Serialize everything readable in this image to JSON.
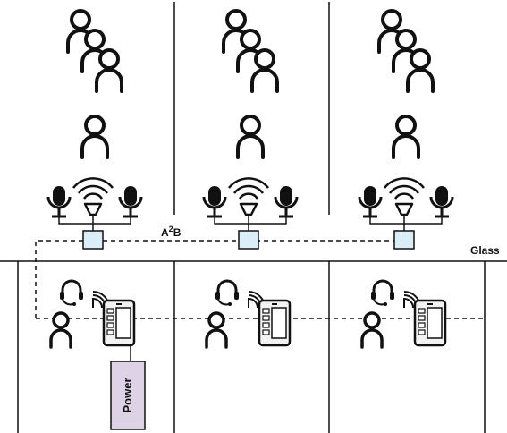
{
  "labels": {
    "bus": "A",
    "bus_sup": "2",
    "bus_tail": "B",
    "glass": "Glass",
    "power": "Power"
  },
  "booths": [
    {
      "id": "booth-1"
    },
    {
      "id": "booth-2"
    },
    {
      "id": "booth-3"
    }
  ],
  "colors": {
    "stroke": "#111111",
    "node_fill": "#dbeef7",
    "tablet_fill": "#f2f2f2",
    "power_fill": "#ddd2e6"
  }
}
